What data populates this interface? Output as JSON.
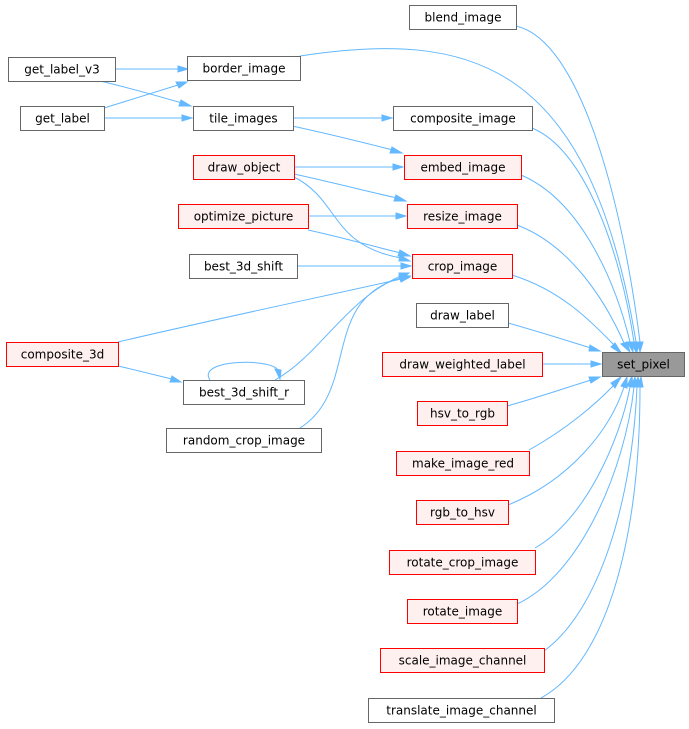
{
  "diagram": {
    "nodes": [
      {
        "id": "blend_image",
        "label": "blend_image",
        "style": "normal"
      },
      {
        "id": "border_image",
        "label": "border_image",
        "style": "normal"
      },
      {
        "id": "get_label_v3",
        "label": "get_label_v3",
        "style": "normal"
      },
      {
        "id": "get_label",
        "label": "get_label",
        "style": "normal"
      },
      {
        "id": "tile_images",
        "label": "tile_images",
        "style": "normal"
      },
      {
        "id": "composite_image",
        "label": "composite_image",
        "style": "normal"
      },
      {
        "id": "draw_object",
        "label": "draw_object",
        "style": "red"
      },
      {
        "id": "embed_image",
        "label": "embed_image",
        "style": "red"
      },
      {
        "id": "optimize_picture",
        "label": "optimize_picture",
        "style": "red"
      },
      {
        "id": "resize_image",
        "label": "resize_image",
        "style": "red"
      },
      {
        "id": "best_3d_shift",
        "label": "best_3d_shift",
        "style": "normal"
      },
      {
        "id": "crop_image",
        "label": "crop_image",
        "style": "red"
      },
      {
        "id": "draw_label",
        "label": "draw_label",
        "style": "normal"
      },
      {
        "id": "composite_3d",
        "label": "composite_3d",
        "style": "red"
      },
      {
        "id": "draw_weighted_label",
        "label": "draw_weighted_label",
        "style": "red"
      },
      {
        "id": "set_pixel",
        "label": "set_pixel",
        "style": "focus"
      },
      {
        "id": "best_3d_shift_r",
        "label": "best_3d_shift_r",
        "style": "normal"
      },
      {
        "id": "hsv_to_rgb",
        "label": "hsv_to_rgb",
        "style": "red"
      },
      {
        "id": "random_crop_image",
        "label": "random_crop_image",
        "style": "normal"
      },
      {
        "id": "make_image_red",
        "label": "make_image_red",
        "style": "red"
      },
      {
        "id": "rgb_to_hsv",
        "label": "rgb_to_hsv",
        "style": "red"
      },
      {
        "id": "rotate_crop_image",
        "label": "rotate_crop_image",
        "style": "red"
      },
      {
        "id": "rotate_image",
        "label": "rotate_image",
        "style": "red"
      },
      {
        "id": "scale_image_channel",
        "label": "scale_image_channel",
        "style": "red"
      },
      {
        "id": "translate_image_channel",
        "label": "translate_image_channel",
        "style": "normal"
      }
    ],
    "edges": [
      {
        "from": "get_label_v3",
        "to": "border_image"
      },
      {
        "from": "get_label",
        "to": "border_image"
      },
      {
        "from": "get_label_v3",
        "to": "tile_images"
      },
      {
        "from": "get_label",
        "to": "tile_images"
      },
      {
        "from": "tile_images",
        "to": "composite_image"
      },
      {
        "from": "tile_images",
        "to": "embed_image"
      },
      {
        "from": "draw_object",
        "to": "embed_image"
      },
      {
        "from": "draw_object",
        "to": "resize_image"
      },
      {
        "from": "draw_object",
        "to": "crop_image"
      },
      {
        "from": "optimize_picture",
        "to": "resize_image"
      },
      {
        "from": "optimize_picture",
        "to": "crop_image"
      },
      {
        "from": "best_3d_shift",
        "to": "crop_image"
      },
      {
        "from": "composite_3d",
        "to": "crop_image"
      },
      {
        "from": "composite_3d",
        "to": "best_3d_shift_r"
      },
      {
        "from": "best_3d_shift_r",
        "to": "crop_image"
      },
      {
        "from": "best_3d_shift_r",
        "to": "best_3d_shift_r"
      },
      {
        "from": "random_crop_image",
        "to": "crop_image"
      },
      {
        "from": "blend_image",
        "to": "set_pixel"
      },
      {
        "from": "border_image",
        "to": "set_pixel"
      },
      {
        "from": "composite_image",
        "to": "set_pixel"
      },
      {
        "from": "embed_image",
        "to": "set_pixel"
      },
      {
        "from": "resize_image",
        "to": "set_pixel"
      },
      {
        "from": "crop_image",
        "to": "set_pixel"
      },
      {
        "from": "draw_label",
        "to": "set_pixel"
      },
      {
        "from": "draw_weighted_label",
        "to": "set_pixel"
      },
      {
        "from": "hsv_to_rgb",
        "to": "set_pixel"
      },
      {
        "from": "make_image_red",
        "to": "set_pixel"
      },
      {
        "from": "rgb_to_hsv",
        "to": "set_pixel"
      },
      {
        "from": "rotate_crop_image",
        "to": "set_pixel"
      },
      {
        "from": "rotate_image",
        "to": "set_pixel"
      },
      {
        "from": "scale_image_channel",
        "to": "set_pixel"
      },
      {
        "from": "translate_image_channel",
        "to": "set_pixel"
      }
    ]
  },
  "colors": {
    "edge": "#63b8ff",
    "normal_border": "#666666",
    "normal_fill": "#ffffff",
    "red_border": "#ff0000",
    "red_fill": "#fff0f0",
    "focus_border": "#666666",
    "focus_fill": "#999999"
  }
}
